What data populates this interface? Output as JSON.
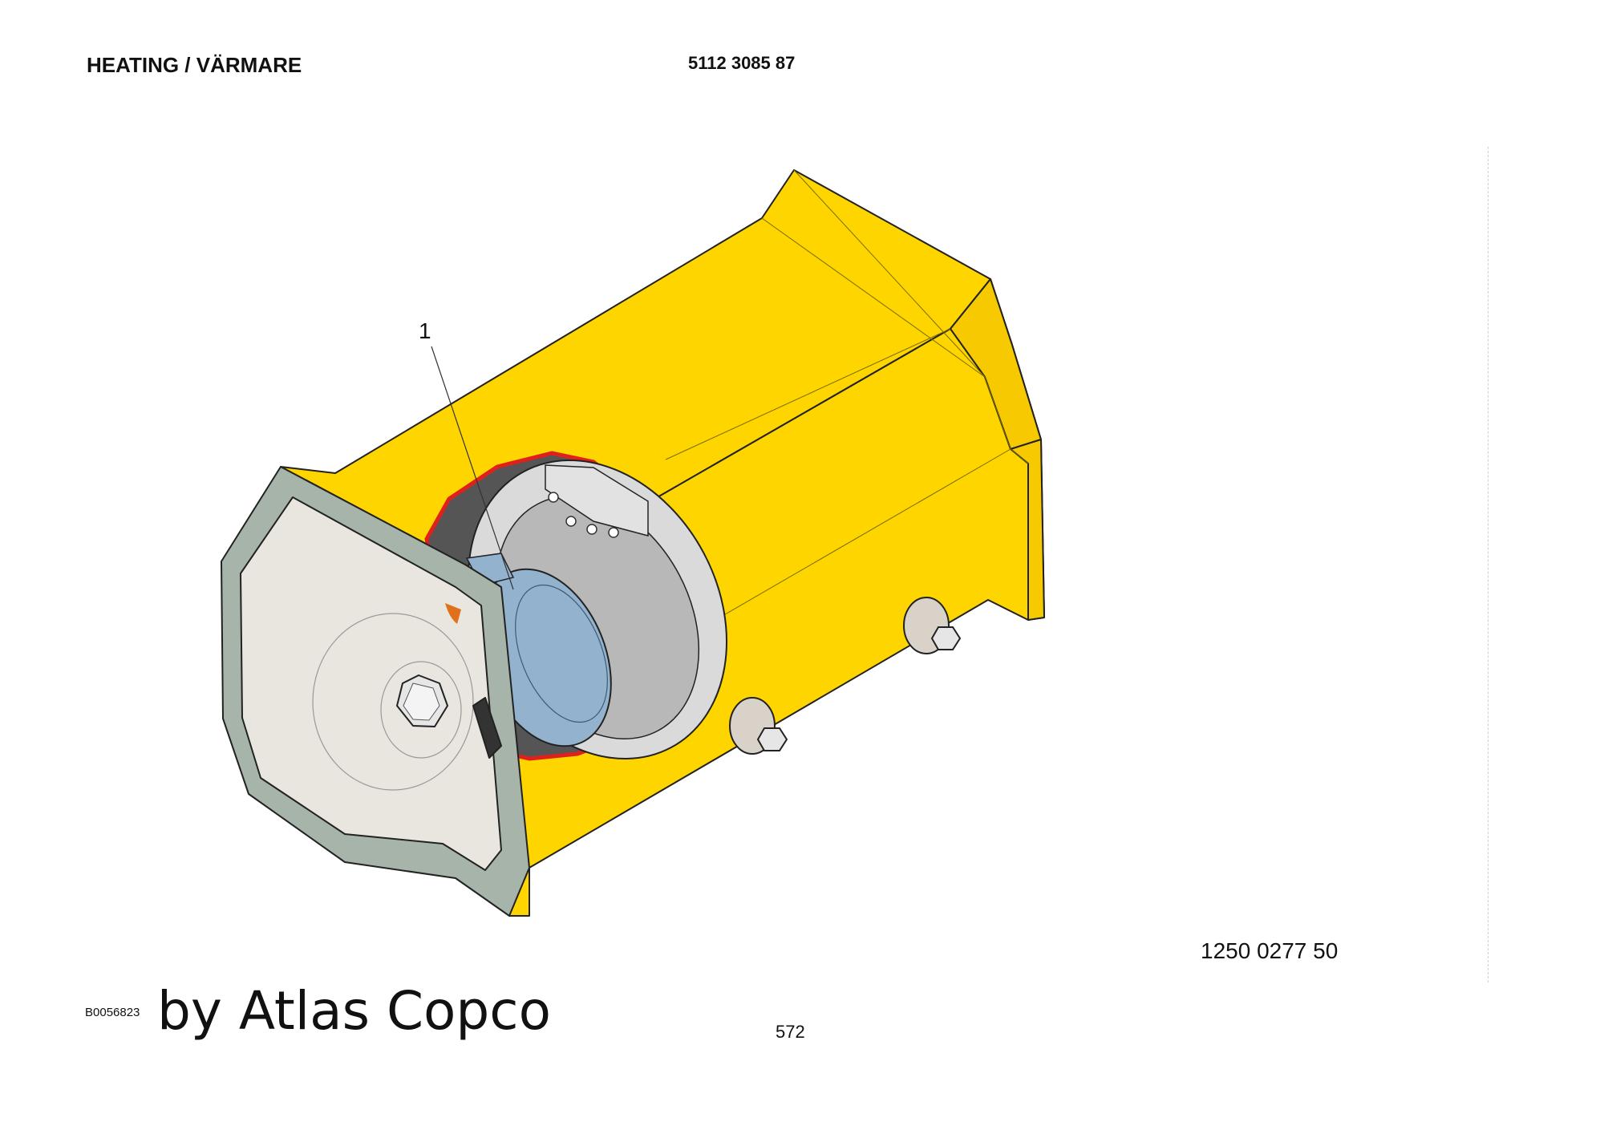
{
  "header": {
    "title": "HEATING / VÄRMARE",
    "part_number": "5112 3085 87"
  },
  "diagram": {
    "callout_label": "1",
    "colors": {
      "housing": "#FFD500",
      "end_cover": "#A6B4A9",
      "cover_inner": "#E8E6DF",
      "element": "#93B2CE",
      "cut_edge": "#E0201B"
    },
    "icons": [
      "heater-housing",
      "hex-bolt-icon",
      "mounting-foot-icon"
    ]
  },
  "footer": {
    "assembly_number": "1250 0277 50",
    "reference_code": "B0056823",
    "watermark": "by Atlas Copco",
    "page_number": "572"
  }
}
